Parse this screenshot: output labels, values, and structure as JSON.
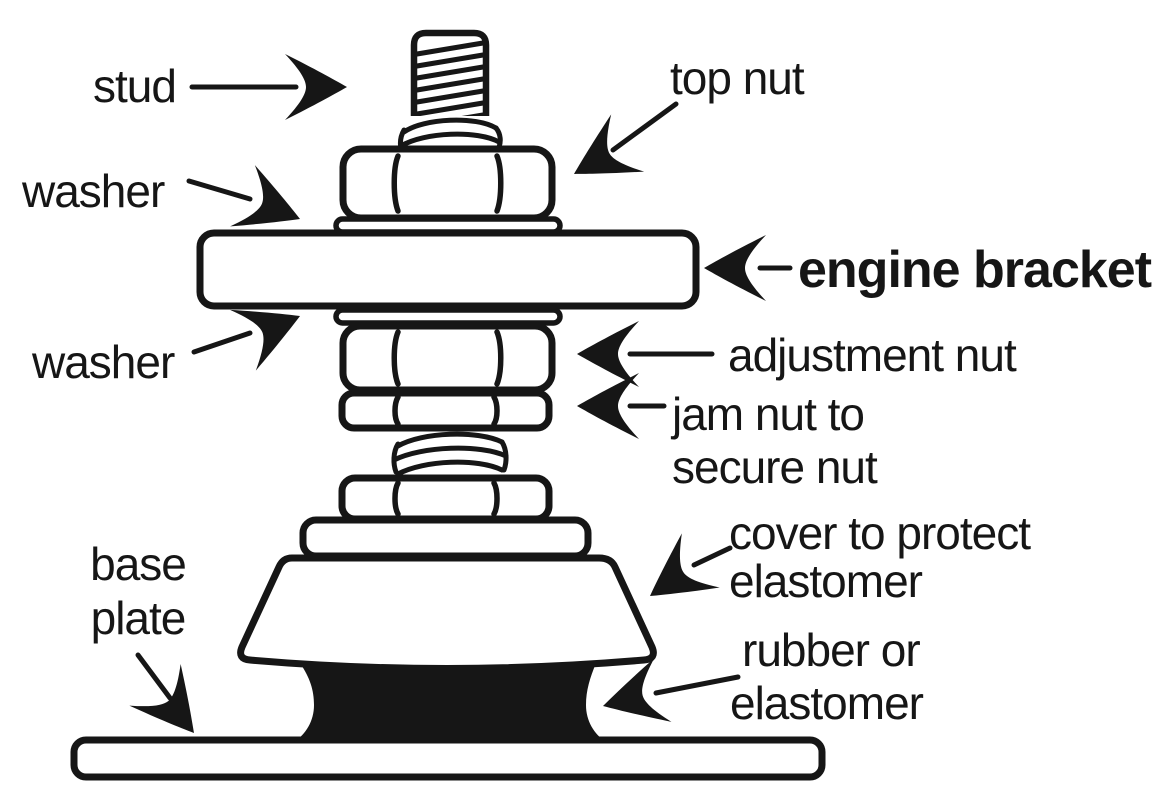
{
  "labels": {
    "stud": {
      "text": "stud"
    },
    "top_nut": {
      "text": "top nut"
    },
    "washer_top": {
      "text": "washer"
    },
    "engine_bracket": {
      "text": "engine bracket"
    },
    "washer_bottom": {
      "text": "washer"
    },
    "adjustment_nut": {
      "text": "adjustment nut"
    },
    "jam_nut": {
      "line1": "jam nut to",
      "line2": "secure nut"
    },
    "base_plate": {
      "line1": "base",
      "line2": "plate"
    },
    "cover": {
      "line1": "cover to protect",
      "line2": "elastomer"
    },
    "rubber": {
      "line1": "rubber or",
      "line2": "elastomer"
    }
  },
  "colors": {
    "background": "#ffffff",
    "outline": "#161616",
    "bracket_fill": "#8b9694",
    "rubber_fill": "#161616"
  }
}
